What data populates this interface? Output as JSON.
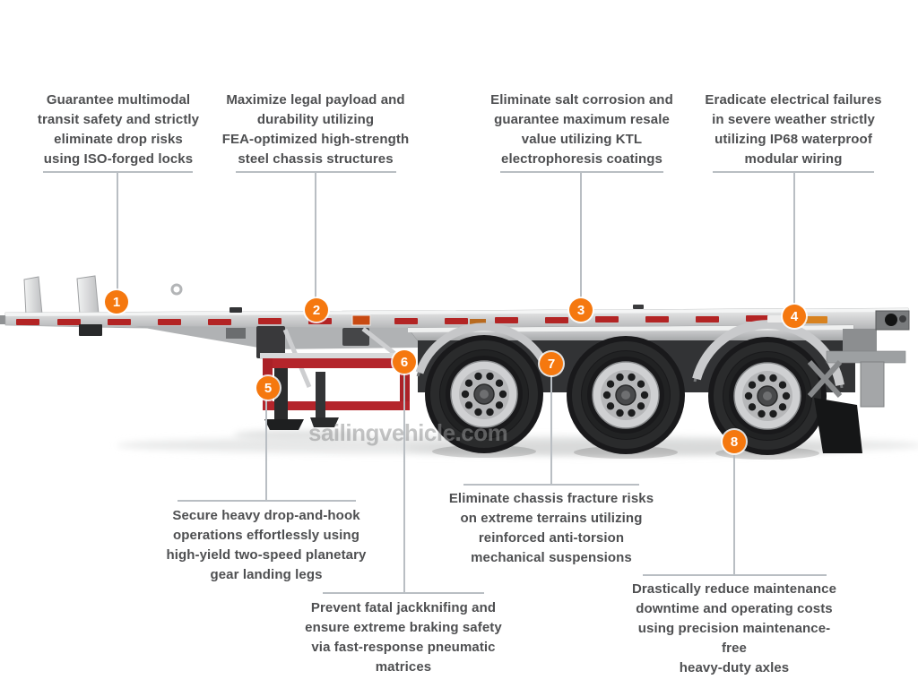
{
  "watermark": "sailingvehicle.com",
  "colors": {
    "marker_orange": "#f5780f",
    "leader_gray": "#b9bec3",
    "text_gray": "#4e4f51",
    "landing_gear_red": "#b4252b",
    "trailer_silver": "#c6c7c9"
  },
  "callouts": [
    {
      "number": "1",
      "placement": "top",
      "lines": [
        "Guarantee multimodal",
        "transit safety and strictly",
        "eliminate drop risks",
        "using ISO-forged locks"
      ]
    },
    {
      "number": "2",
      "placement": "top",
      "lines": [
        "Maximize legal payload and",
        "durability utilizing",
        "FEA-optimized high-strength",
        "steel chassis structures"
      ]
    },
    {
      "number": "3",
      "placement": "top",
      "lines": [
        "Eliminate salt corrosion and",
        "guarantee maximum resale",
        "value utilizing KTL",
        "electrophoresis coatings"
      ]
    },
    {
      "number": "4",
      "placement": "top",
      "lines": [
        "Eradicate electrical failures",
        "in severe weather strictly",
        "utilizing IP68 waterproof",
        "modular wiring"
      ]
    },
    {
      "number": "5",
      "placement": "bottom",
      "lines": [
        "Secure heavy drop-and-hook",
        "operations effortlessly using",
        "high-yield two-speed planetary",
        "gear landing legs"
      ]
    },
    {
      "number": "6",
      "placement": "bottom",
      "lines": [
        "Prevent fatal jackknifing and",
        "ensure extreme braking safety",
        "via fast-response pneumatic",
        "matrices"
      ]
    },
    {
      "number": "7",
      "placement": "bottom",
      "lines": [
        "Eliminate chassis fracture risks",
        "on extreme terrains utilizing",
        "reinforced anti-torsion",
        "mechanical suspensions"
      ]
    },
    {
      "number": "8",
      "placement": "bottom",
      "lines": [
        "Drastically reduce maintenance",
        "downtime and operating costs",
        "using precision maintenance-free",
        "heavy-duty axles"
      ]
    }
  ]
}
